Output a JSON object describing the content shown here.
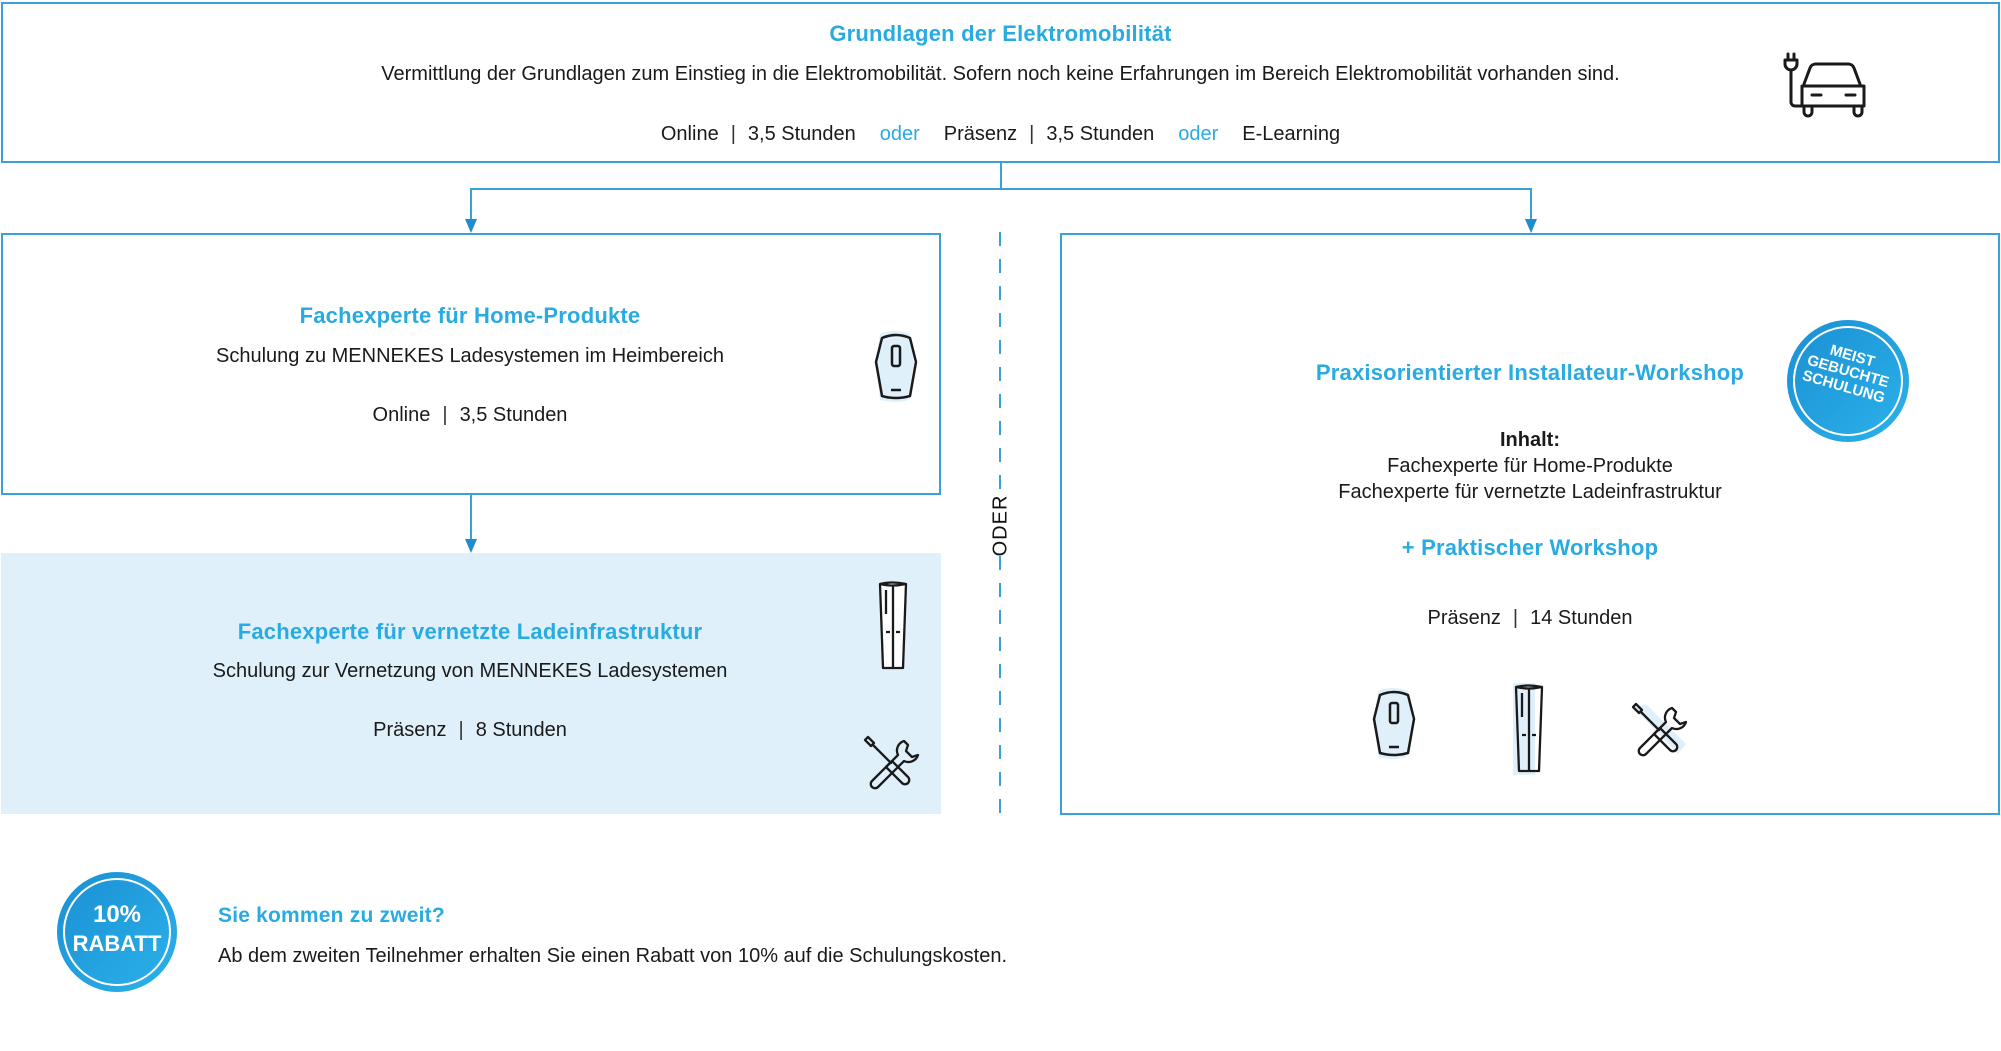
{
  "top": {
    "title": "Grundlagen der Elektromobilität",
    "description": "Vermittlung der Grundlagen zum Einstieg in die Elektromobilität. Sofern noch keine Erfahrungen im Bereich Elektromobilität vorhanden sind.",
    "formats": [
      {
        "mode": "Online",
        "duration": "3,5 Stunden"
      },
      {
        "mode": "Präsenz",
        "duration": "3,5 Stunden"
      },
      {
        "mode": "E-Learning"
      }
    ],
    "or_label": "oder",
    "separator": "|",
    "icon": "electric-car-icon"
  },
  "home": {
    "title": "Fachexperte für Home-Produkte",
    "description": "Schulung zu MENNEKES Ladesystemen im Heimbereich",
    "mode": "Online",
    "duration": "3,5 Stunden",
    "icon": "wallbox-icon"
  },
  "network": {
    "title": "Fachexperte für vernetzte Ladeinfrastruktur",
    "description": "Schulung zur Vernetzung von MENNEKES Ladesystemen",
    "mode": "Präsenz",
    "duration": "8 Stunden",
    "icons": [
      "charging-column-icon",
      "tools-icon"
    ]
  },
  "divider": {
    "label": "ODER"
  },
  "workshop": {
    "title": "Praxisorientierter Installateur-Workshop",
    "content_label": "Inhalt:",
    "content_items": [
      "Fachexperte für Home-Produkte",
      "Fachexperte für vernetzte Ladeinfrastruktur"
    ],
    "extra": "+ Praktischer Workshop",
    "mode": "Präsenz",
    "duration": "14 Stunden",
    "badge": [
      "MEIST",
      "GEBUCHTE",
      "SCHULUNG"
    ],
    "icons": [
      "wallbox-icon",
      "charging-column-icon",
      "tools-icon"
    ]
  },
  "discount": {
    "badge_line1": "10%",
    "badge_line2": "RABATT",
    "heading": "Sie kommen zu zweit?",
    "text": "Ab dem zweiten Teilnehmer erhalten Sie einen Rabatt von 10% auf die Schulungskosten."
  },
  "colors": {
    "accent": "#29abe2",
    "border": "#3aa0d8",
    "highlight_bg": "#dff0fb",
    "badge": "#1b8fd3"
  }
}
